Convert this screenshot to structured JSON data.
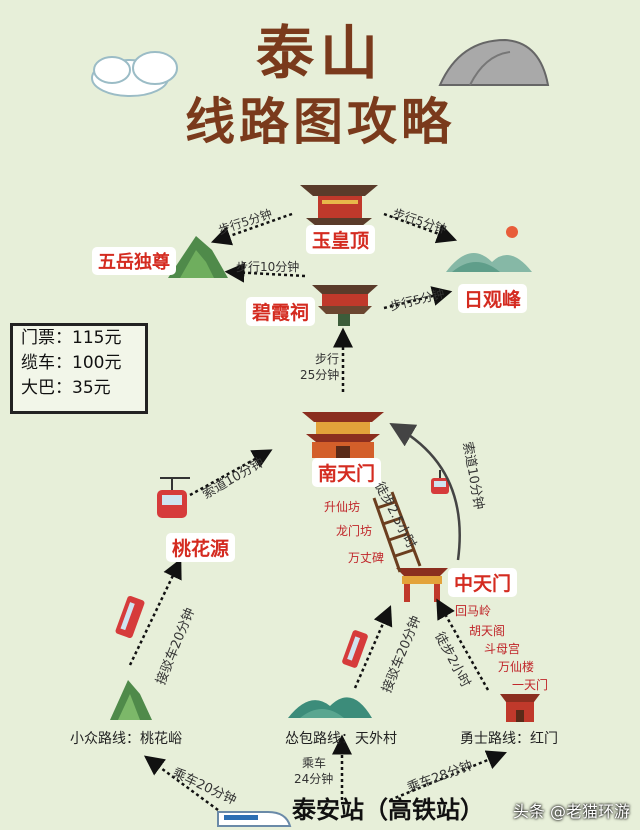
{
  "title": {
    "line1": "泰山",
    "line2": "线路图攻略"
  },
  "nodes": {
    "yuhuangding": "玉皇顶",
    "wuyueduzun": "五岳独尊",
    "riguanfeng": "日观峰",
    "bixiaci": "碧霞祠",
    "nantianmen": "南天门",
    "taohuayuan": "桃花源",
    "zhongtianmen": "中天门"
  },
  "tickets": [
    {
      "label": "门票：115元"
    },
    {
      "label": "缆车：100元"
    },
    {
      "label": "大巴：35元"
    }
  ],
  "edges": {
    "walk5_left": "步行5分钟",
    "walk5_right": "步行5分钟",
    "walk10": "步行10分钟",
    "walk5_bixia": "步行5分钟",
    "walk25_line1": "步行",
    "walk25_line2": "25分钟",
    "cable_taohua": "索道10分钟",
    "cable_zhong": "索道10分钟",
    "hike25": "徒步2.5小时",
    "hike2": "徒步2小时",
    "shuttle_taohua": "接驳车20分钟",
    "shuttle_tianwai": "接驳车20分钟",
    "car20": "乘车20分钟",
    "car24_line1": "乘车",
    "car24_line2": "24分钟",
    "car28": "乘车28分钟"
  },
  "stops_upper": [
    "升仙坊",
    "龙门坊",
    "万丈碑"
  ],
  "stops_lower": [
    "回马岭",
    "胡天阁",
    "斗母宫",
    "万仙楼",
    "一天门"
  ],
  "routes": {
    "left": "小众路线：桃花峪",
    "middle": "怂包路线：天外村",
    "right": "勇士路线：红门"
  },
  "station": "泰安站（高铁站）",
  "watermark": "头条 @老猫环游"
}
